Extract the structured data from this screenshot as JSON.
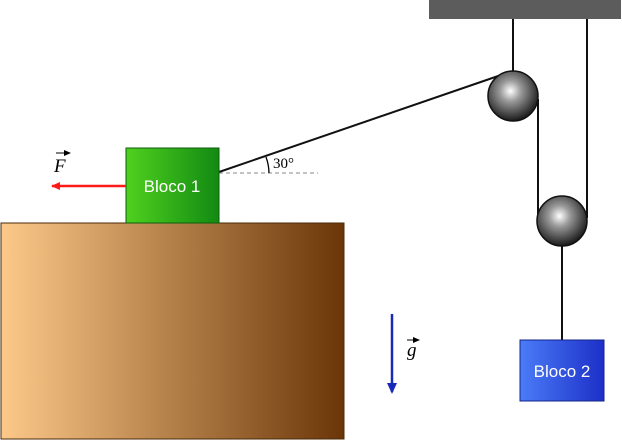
{
  "diagram": {
    "block1": {
      "label": "Bloco 1",
      "color_light": "#4fd11f",
      "color_dark": "#128a12"
    },
    "block2": {
      "label": "Bloco 2",
      "color_light": "#4a7cf7",
      "color_dark": "#1d2fc8"
    },
    "angle_label": "30°",
    "force_label": "F",
    "gravity_label": "g",
    "colors": {
      "ceiling": "#5c5c5c",
      "table_light": "#fdc98a",
      "table_dark": "#6a3608",
      "force_arrow": "#ff1a1a",
      "gravity_arrow": "#1a2ab8",
      "rope": "#111111",
      "pulley_light": "#ffffff",
      "pulley_dark": "#1a1a1a"
    }
  }
}
